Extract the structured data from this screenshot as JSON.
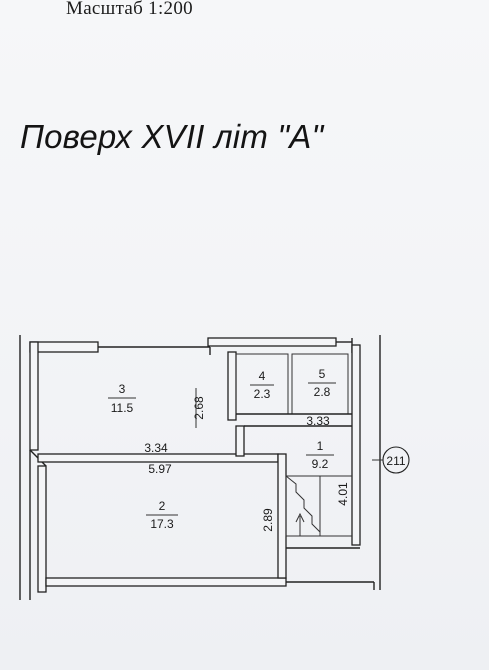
{
  "header": {
    "scale": "Масштаб  1:200",
    "floor_title": "Поверх XVII літ \"А\""
  },
  "rooms": [
    {
      "number": "1",
      "area": "9.2"
    },
    {
      "number": "2",
      "area": "17.3"
    },
    {
      "number": "3",
      "area": "11.5"
    },
    {
      "number": "4",
      "area": "2.3"
    },
    {
      "number": "5",
      "area": "2.8"
    }
  ],
  "dimensions": {
    "room3_height": "2.68",
    "room2_width_upper": "3.34",
    "room2_width": "5.97",
    "room2_height": "2.89",
    "room1_width": "3.33",
    "room1_height": "4.01"
  },
  "floor_marker": "211"
}
